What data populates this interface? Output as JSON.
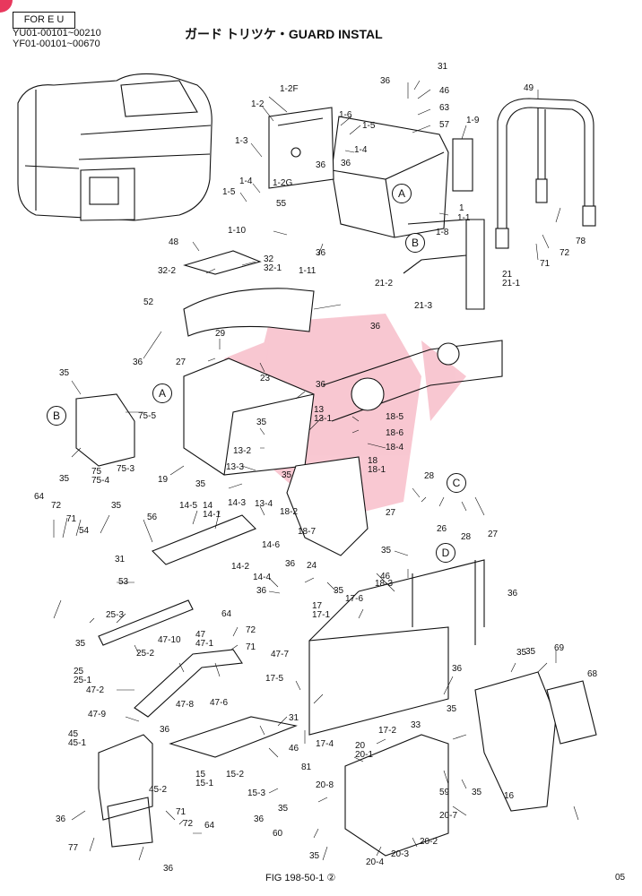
{
  "header": {
    "badge": "FOR E U",
    "serial_1": "YU01-00101~00210",
    "serial_2": "YF01-00101~00670",
    "title": "ガード トリツケ・GUARD INSTAL"
  },
  "footer": {
    "figure": "FIG 198-50-1 ②",
    "page": "05"
  },
  "refs": [
    "A",
    "B",
    "A",
    "B",
    "C",
    "D"
  ],
  "callouts": [
    "31",
    "36",
    "46",
    "63",
    "57",
    "1-9",
    "49",
    "1-2F",
    "1-2",
    "1-6",
    "1-5",
    "1-4",
    "1-3",
    "36",
    "36",
    "1-2G",
    "1-4",
    "55",
    "1-5",
    "1",
    "1-1",
    "1-8",
    "1-10",
    "48",
    "32",
    "32-1",
    "32-2",
    "36",
    "1-11",
    "78",
    "72",
    "71",
    "21",
    "21-1",
    "21-2",
    "21-3",
    "52",
    "36",
    "36",
    "29",
    "27",
    "23",
    "35",
    "75-5",
    "75",
    "75-4",
    "75-3",
    "35",
    "19",
    "36",
    "13",
    "13-1",
    "18-5",
    "18-6",
    "18-4",
    "35",
    "13-2",
    "13-3",
    "18",
    "18-1",
    "35",
    "28",
    "35",
    "27",
    "26",
    "28",
    "27",
    "64",
    "72",
    "71",
    "35",
    "54",
    "56",
    "14-5",
    "14",
    "14-1",
    "14-3",
    "13-4",
    "18-2",
    "18-7",
    "35",
    "31",
    "53",
    "14-2",
    "14-6",
    "14-4",
    "36",
    "36",
    "24",
    "35",
    "46",
    "18-3",
    "35",
    "25-3",
    "64",
    "72",
    "71",
    "17",
    "17-1",
    "17-6",
    "36",
    "35",
    "25",
    "25-1",
    "25-2",
    "47-10",
    "47",
    "47-1",
    "47-7",
    "47-2",
    "47-8",
    "47-6",
    "17-5",
    "36",
    "35",
    "69",
    "68",
    "47-9",
    "31",
    "36",
    "46",
    "33",
    "35",
    "45",
    "45-1",
    "15",
    "15-1",
    "15-2",
    "17-4",
    "17-2",
    "20",
    "20-1",
    "59",
    "35",
    "15-3",
    "81",
    "45-2",
    "36",
    "20-8",
    "35",
    "20-7",
    "16",
    "71",
    "72",
    "64",
    "77",
    "60",
    "35",
    "36",
    "20-3",
    "20-2",
    "20-4",
    "36"
  ]
}
